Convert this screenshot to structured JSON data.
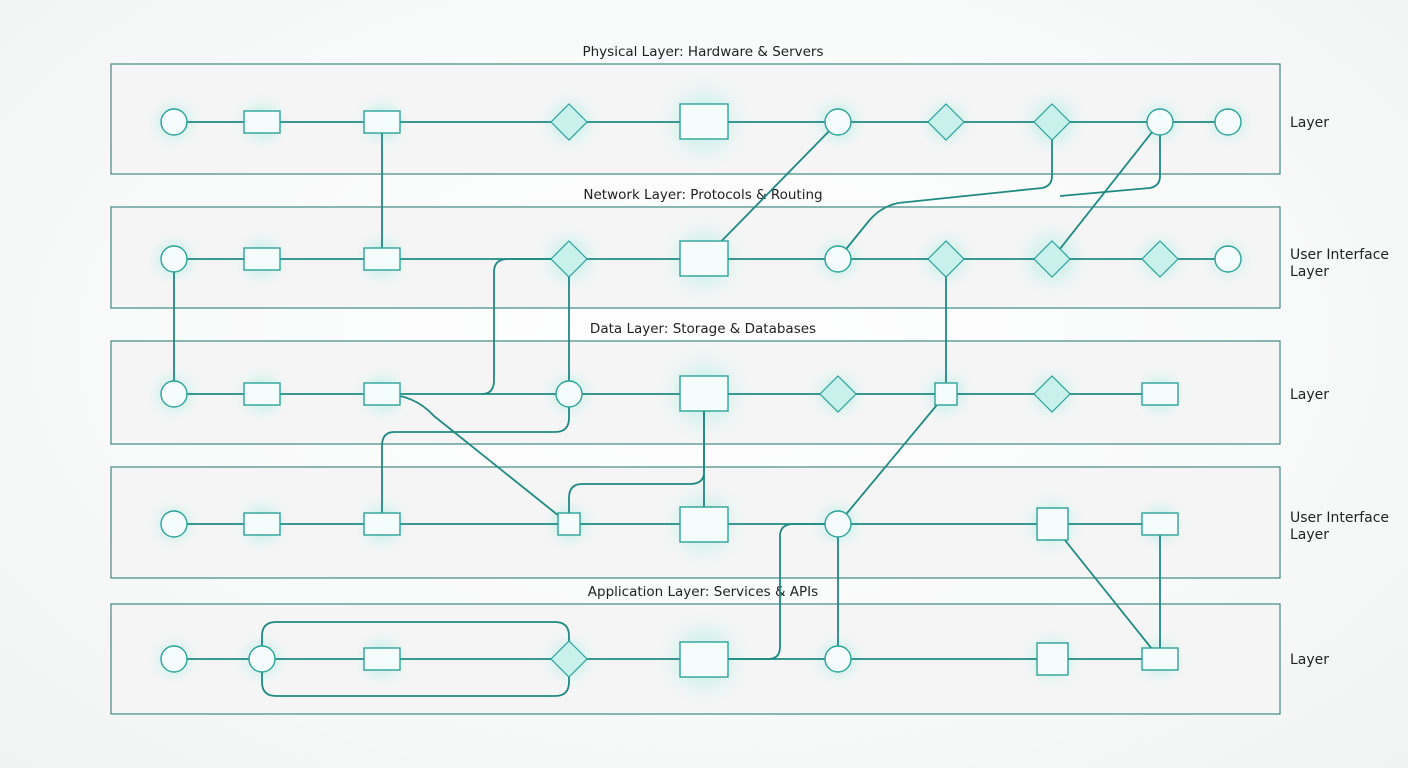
{
  "bands": [
    {
      "title": "Physical Layer: Hardware & Servers",
      "side_label": [
        "Layer"
      ]
    },
    {
      "title": "Network Layer: Protocols & Routing",
      "side_label": [
        "User Interface",
        "Layer"
      ]
    },
    {
      "title": "Data Layer: Storage & Databases",
      "side_label": [
        "Layer"
      ]
    },
    {
      "title": "",
      "side_label": [
        "User Interface",
        "Layer"
      ]
    },
    {
      "title": "Application Layer: Services & APIs",
      "side_label": [
        "Layer"
      ]
    }
  ],
  "colors": {
    "accent": "#1f8a83",
    "node_stroke": "#2aa39a",
    "node_fill": "#f4fdfc",
    "diamond_fill": "#c9f1ec",
    "band_fill": "#f4f5f4",
    "band_stroke": "#3f8a85"
  }
}
